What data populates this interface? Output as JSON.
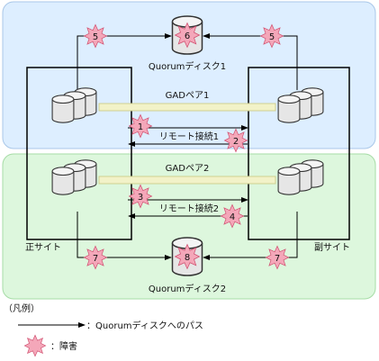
{
  "quorum_top": "Quorumディスク1",
  "quorum_bottom": "Quorumディスク2",
  "gad_pair_1": "GADペア1",
  "gad_pair_2": "GADペア2",
  "remote_1": "リモート接続1",
  "remote_2": "リモート接続2",
  "primary_site": "正サイト",
  "secondary_site": "副サイト",
  "failures": {
    "f1": "1",
    "f2": "2",
    "f3": "3",
    "f4": "4",
    "f5a": "5",
    "f5b": "5",
    "f6": "6",
    "f7a": "7",
    "f7b": "7",
    "f8": "8"
  },
  "legend": {
    "title": "（凡例）",
    "path_label": "：Quorumディスクへのパス",
    "failure_label": "：障害"
  },
  "colors": {
    "top_region": "#ddeeff",
    "bottom_region": "#ddf7dd",
    "pair_bar": "#f2f2c8",
    "burst": "#f4a7b9"
  }
}
